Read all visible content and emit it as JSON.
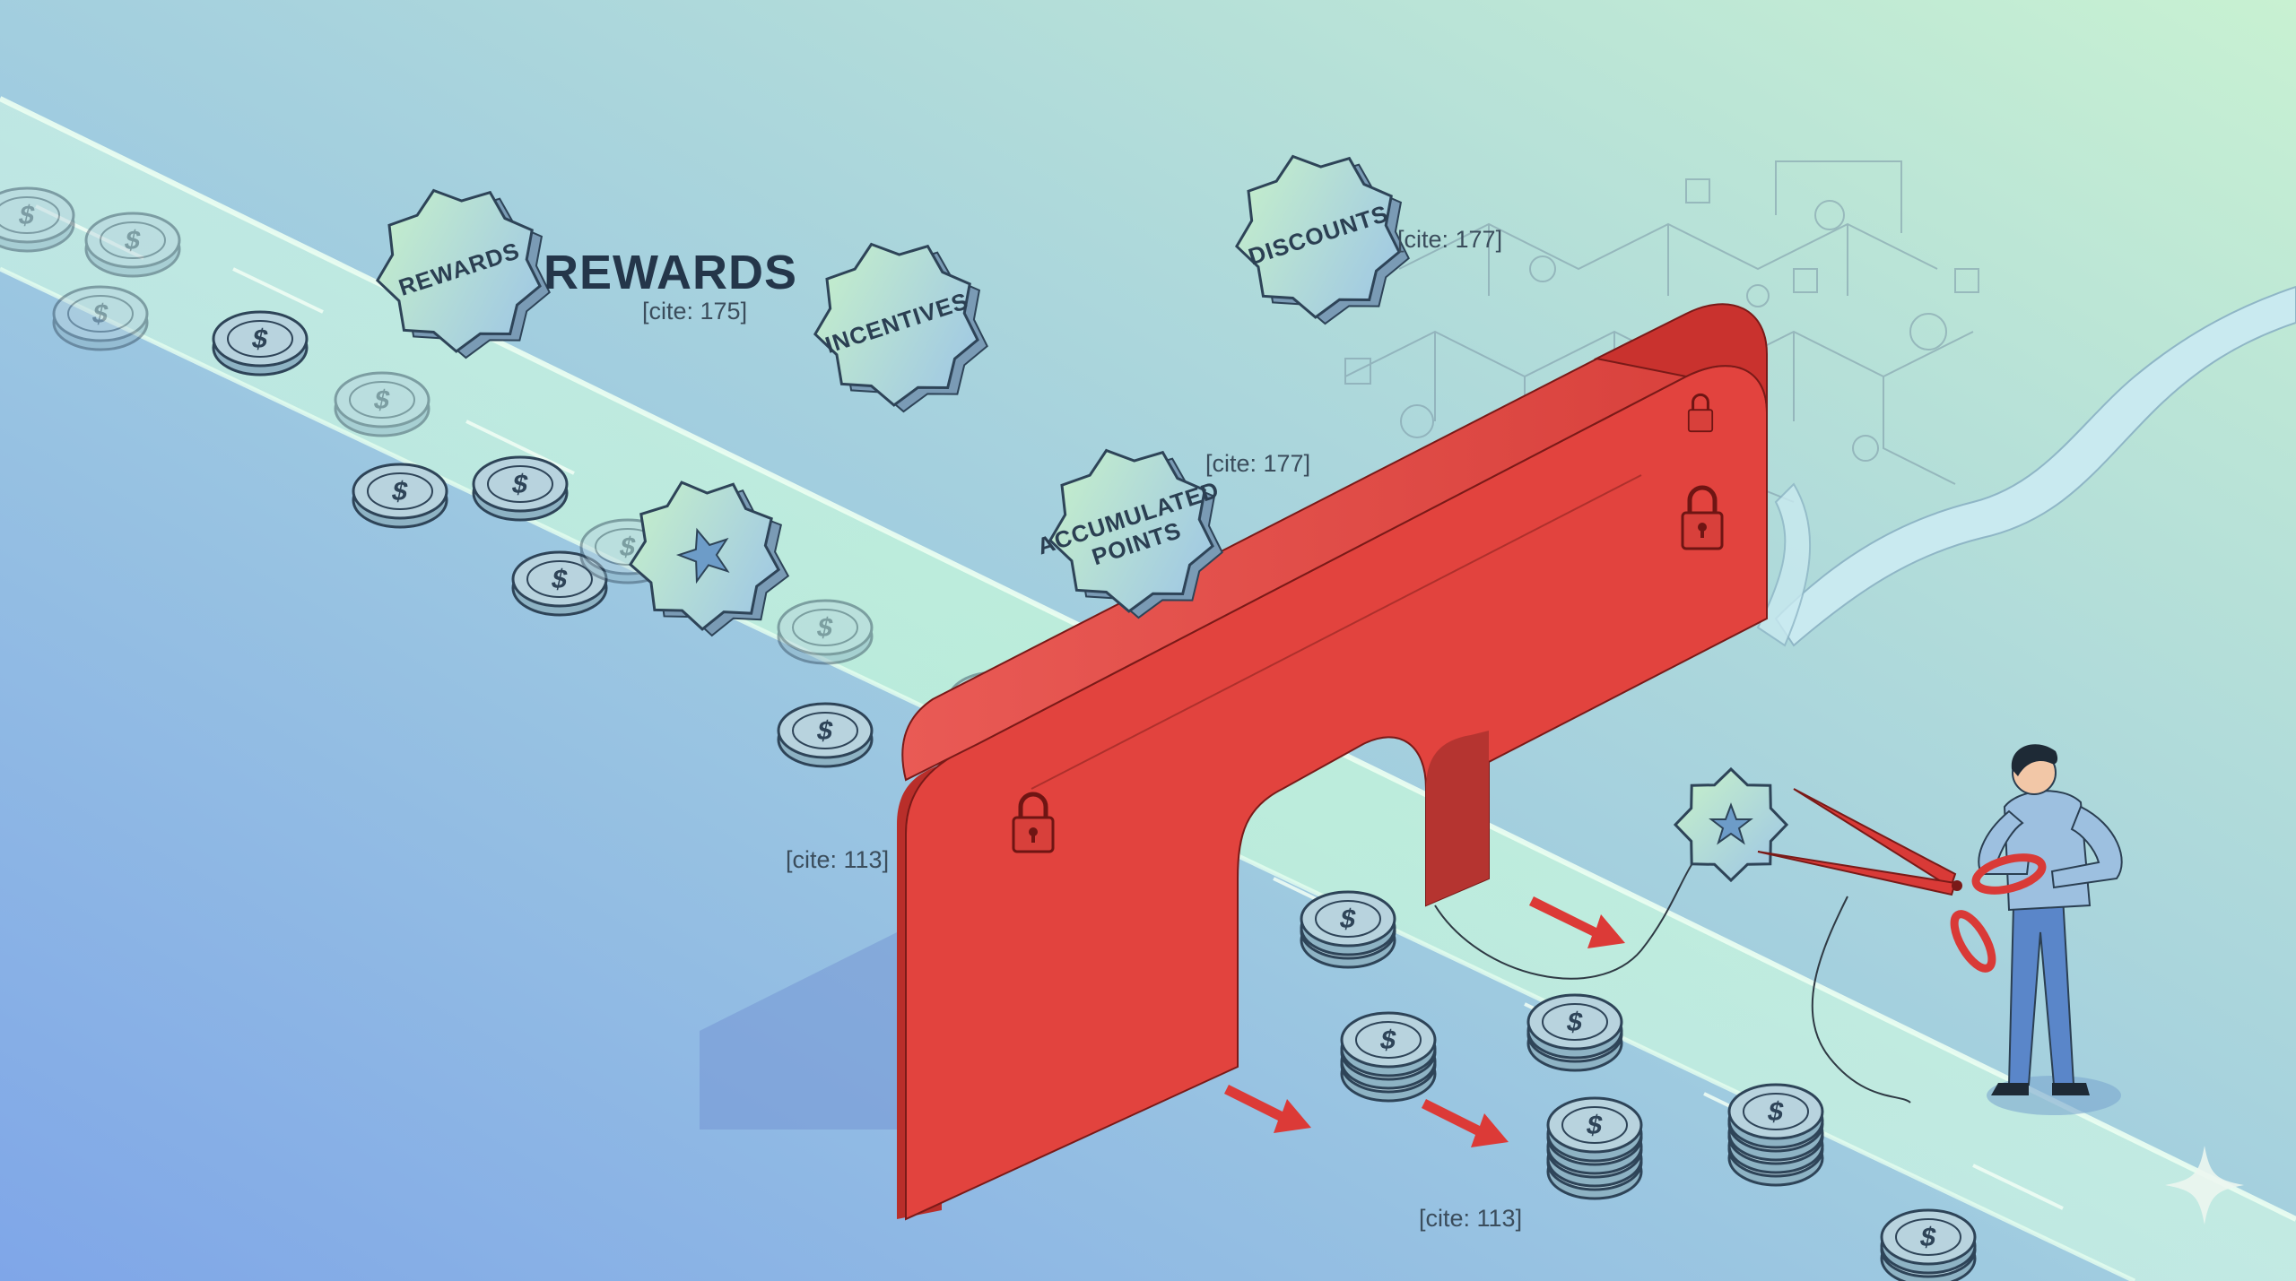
{
  "labels": {
    "rewards_heading": "REWARDS",
    "cite_rewards": "[cite: 175]",
    "cite_discounts": "[cite: 177]",
    "cite_points": "[cite: 177]",
    "cite_barrier_left": "[cite: 113]",
    "cite_bottom": "[cite: 113]"
  },
  "badges": [
    {
      "name": "badge-rewards",
      "line1": "REWARDS",
      "line2": ""
    },
    {
      "name": "badge-incentives",
      "line1": "INCENTIVES",
      "line2": ""
    },
    {
      "name": "badge-discounts",
      "line1": "DISCOUNTS",
      "line2": ""
    },
    {
      "name": "badge-accumulated-points",
      "line1": "ACCUMULATED",
      "line2": "POINTS"
    }
  ],
  "icons": {
    "coin": "dollar-coin-icon",
    "padlock": "padlock-icon",
    "star_badge": "star-badge-icon",
    "scissors": "scissors-icon",
    "arrow": "red-arrow-icon",
    "sparkle": "sparkle-icon"
  },
  "colors": {
    "barrier": "#e0443f",
    "barrier_dark": "#b9302d",
    "stream": "#c8f7d8",
    "coin": "#a9c9d4",
    "bg_left": "#7ea7e6",
    "bg_right": "#c9f0d2"
  }
}
